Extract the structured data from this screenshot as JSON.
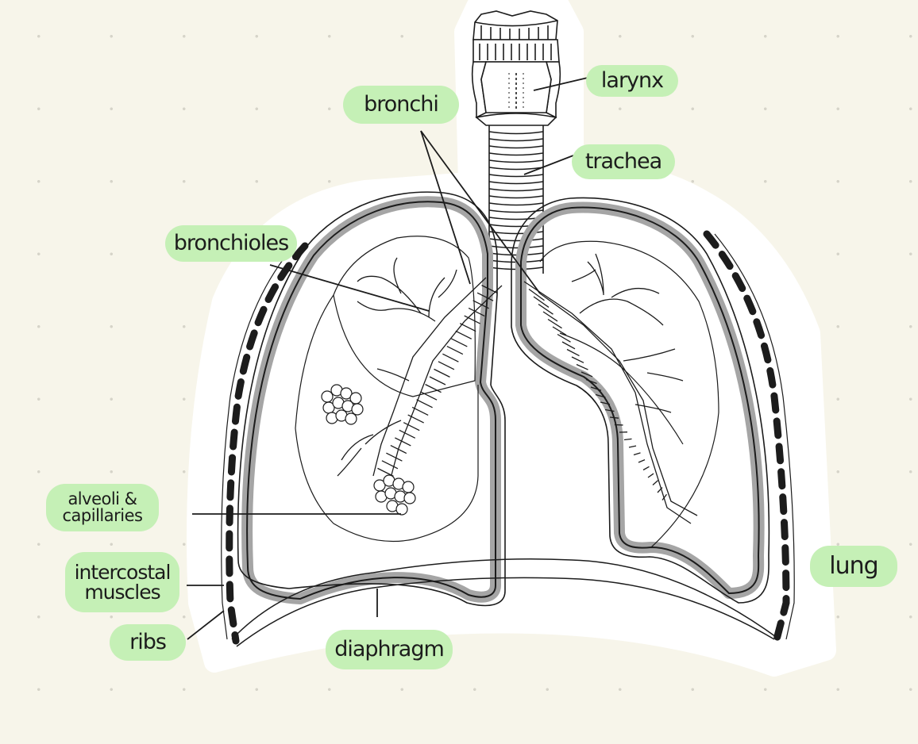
{
  "labels": {
    "larynx": "larynx",
    "bronchi": "bronchi",
    "trachea": "trachea",
    "bronchioles": "bronchioles",
    "alveoli_line1": "alveoli &",
    "alveoli_line2": "capillaries",
    "intercostal_line1": "intercostal",
    "intercostal_line2": "muscles",
    "ribs": "ribs",
    "diaphragm": "diaphragm",
    "lung": "lung"
  },
  "colors": {
    "background": "#f7f5ea",
    "label_highlight": "#c5f0b6",
    "outline": "#1c1c1c",
    "pleura": "#a8a8a8",
    "sticker": "#ffffff"
  }
}
